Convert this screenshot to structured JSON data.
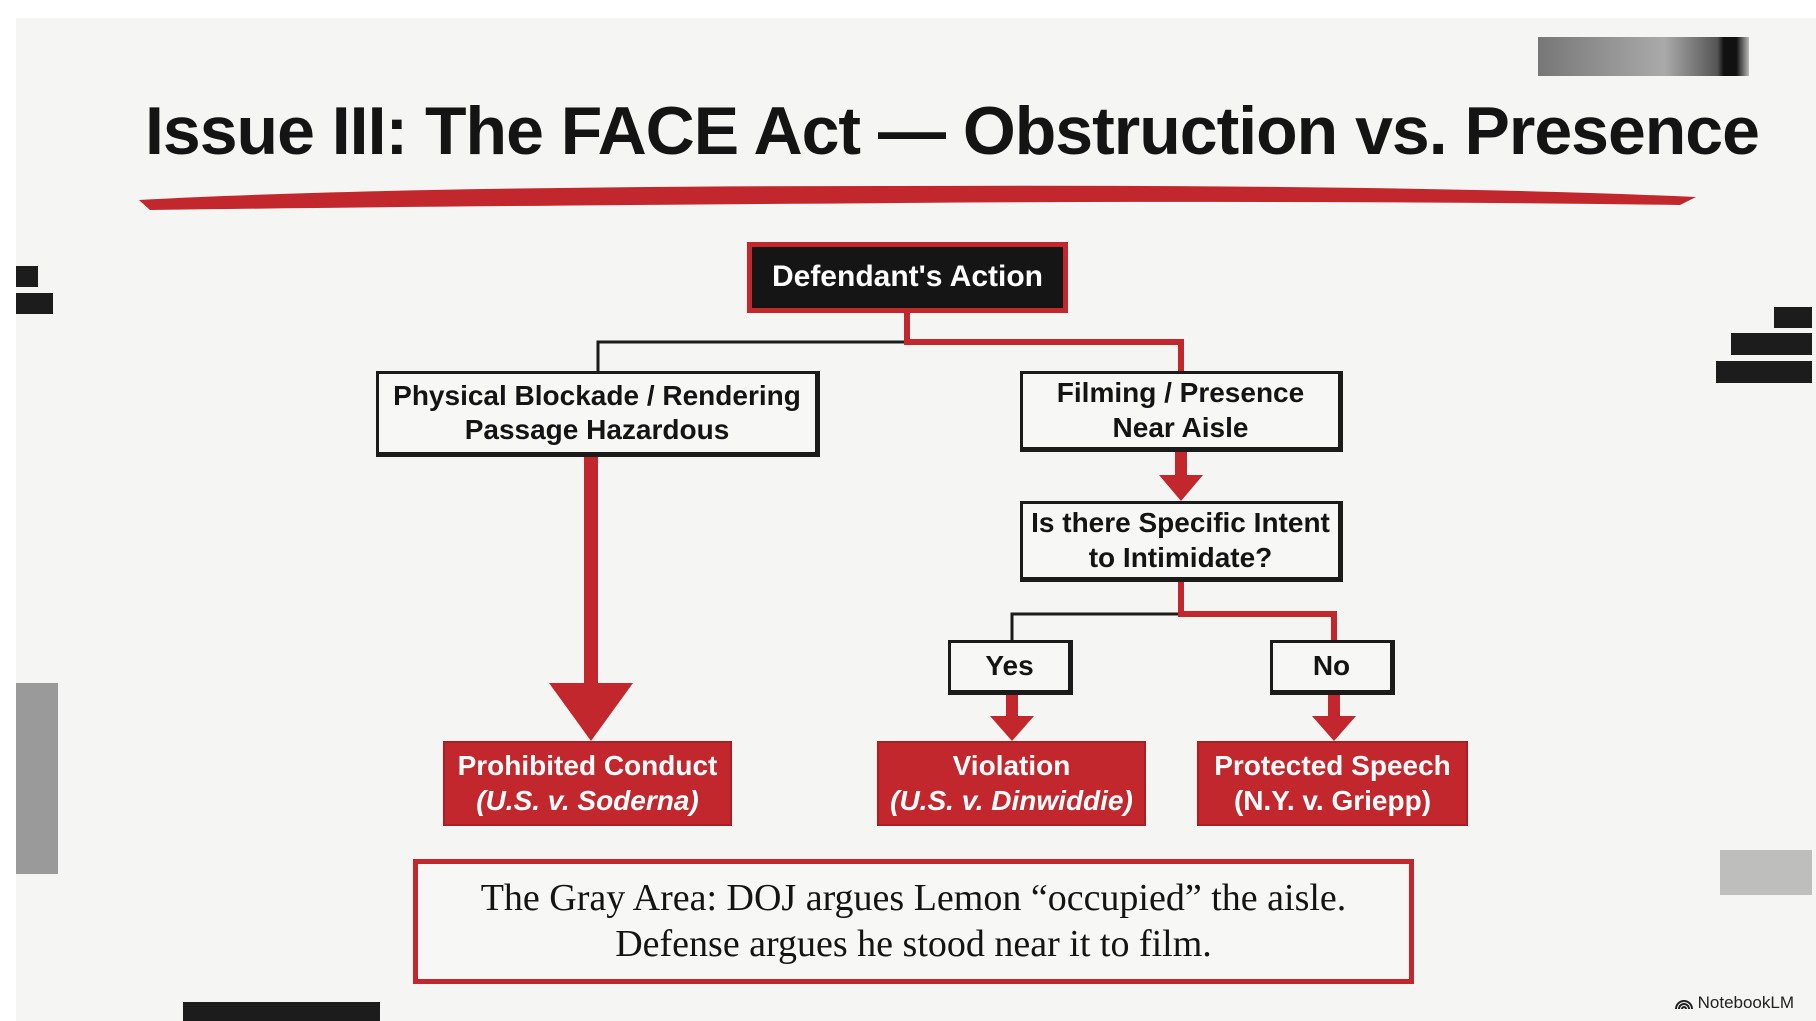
{
  "title": "Issue III: The FACE Act — Obstruction vs. Presence",
  "colors": {
    "accent": "#c1272d",
    "dark": "#151515",
    "paper": "#f5f5f3"
  },
  "nodes": {
    "root": "Defendant's Action",
    "physical": [
      "Physical Blockade / Rendering",
      "Passage Hazardous"
    ],
    "filming": [
      "Filming / Presence",
      "Near Aisle"
    ],
    "intent": [
      "Is there Specific Intent",
      "to Intimidate?"
    ],
    "yes": "Yes",
    "no": "No",
    "prohibited": {
      "label": "Prohibited Conduct",
      "case": "(U.S. v. Soderna)"
    },
    "violation": {
      "label": "Violation",
      "case": "(U.S. v. Dinwiddie)"
    },
    "protected": {
      "label": "Protected Speech",
      "case": "(N.Y. v. Griepp)"
    }
  },
  "gray_area": [
    "The Gray Area: DOJ argues Lemon “occupied” the aisle.",
    "Defense argues he stood near it to film."
  ],
  "brand": {
    "name": "NotebookLM",
    "icon": "notebooklm-logo-icon"
  }
}
